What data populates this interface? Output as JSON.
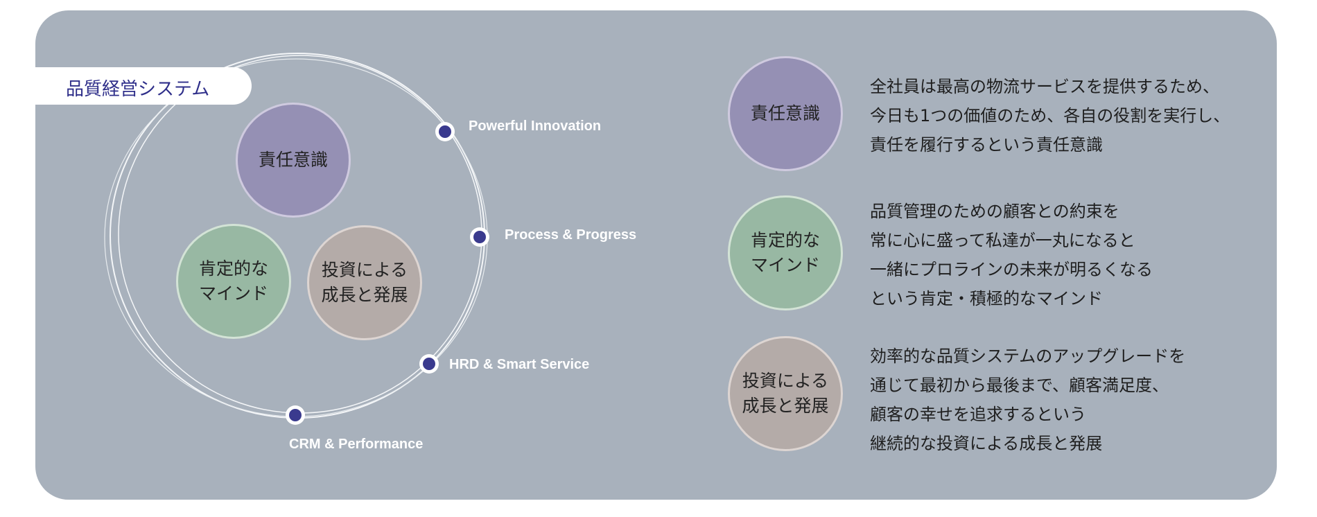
{
  "title": "品質経営システム",
  "values": [
    {
      "name": "責任意識",
      "color": "#9590b4"
    },
    {
      "name": "肯定的な\nマインド",
      "color": "#98b8a3"
    },
    {
      "name": "投資による\n成長と発展",
      "color": "#b4aba8"
    }
  ],
  "ring_nodes": [
    "Powerful Innovation",
    "Process & Progress",
    "HRD & Smart Service",
    "CRM & Performance"
  ],
  "descriptions": [
    {
      "label": "責任意識",
      "lines": [
        "全社員は最高の物流サービスを提供するため、",
        "今日も1つの価値のため、各自の役割を実行し、",
        "責任を履行するという責任意識"
      ]
    },
    {
      "label": "肯定的な\nマインド",
      "lines": [
        "品質管理のための顧客との約束を",
        "常に心に盛って私達が一丸になると",
        "一緒にプロラインの未来が明るくなる",
        "という肯定・積極的なマインド"
      ]
    },
    {
      "label": "投資による\n成長と発展",
      "lines": [
        "効率的な品質システムのアップグレードを",
        "通じて最初から最後まで、顧客満足度、",
        "顧客の幸せを追求するという",
        "継続的な投資による成長と発展"
      ]
    }
  ],
  "colors": {
    "background": "#a8b1bc",
    "dot": "#3a3a8e",
    "title": "#2f2f8a"
  }
}
